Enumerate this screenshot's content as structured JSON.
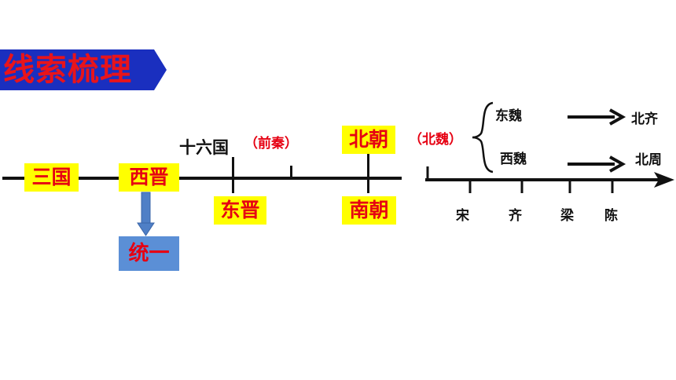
{
  "title": "线索梳理",
  "periods": {
    "sanguo": "三国",
    "xijin": "西晋",
    "dongjin": "东晋",
    "beichao": "北朝",
    "nanchao": "南朝",
    "unify": "统一"
  },
  "labels": {
    "shiliuguo": "十六国",
    "qianqin": "（前秦）",
    "beiwei": "（北魏）",
    "dongwei": "东魏",
    "xiwei": "西魏",
    "beiqi": "北齐",
    "beizhou": "北周"
  },
  "southern_dynasties": [
    "宋",
    "齐",
    "梁",
    "陈"
  ],
  "colors": {
    "accent_red": "#e60012",
    "highlight_yellow": "#ffff00",
    "banner_blue": "#1a2fbf",
    "unify_blue": "#5b8fd6"
  }
}
